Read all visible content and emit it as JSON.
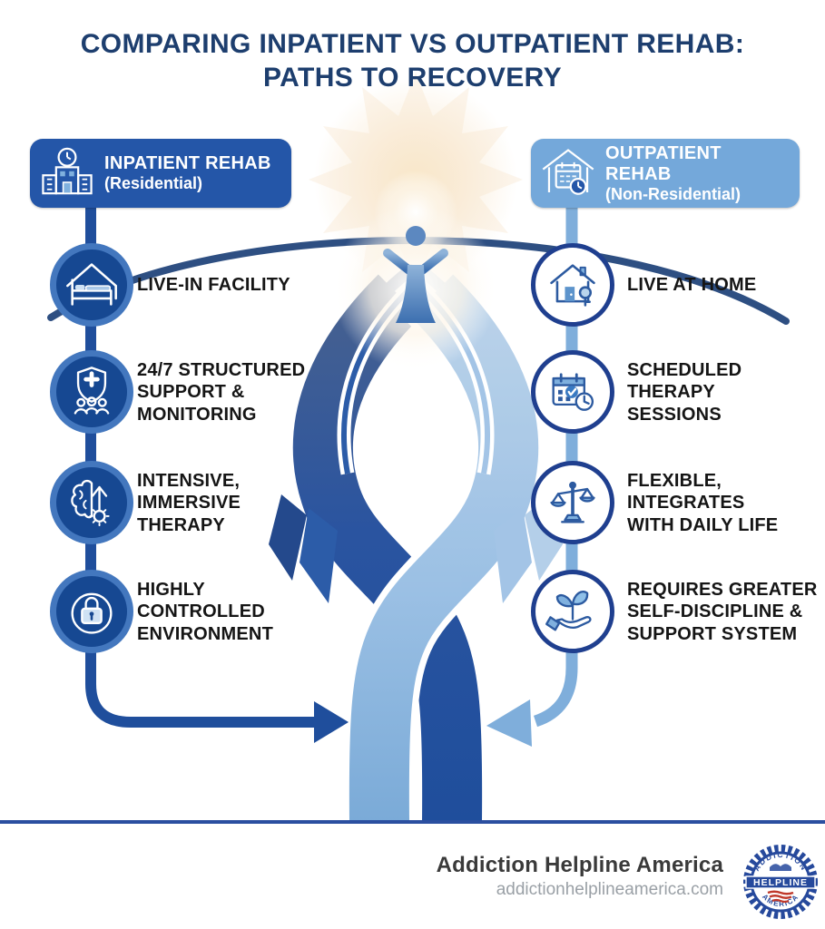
{
  "title": {
    "line1": "COMPARING INPATIENT VS OUTPATIENT REHAB:",
    "line2": "PATHS TO RECOVERY"
  },
  "left_column": {
    "header": {
      "title": "INPATIENT REHAB",
      "subtitle": "(Residential)",
      "icon": "hospital-building-clock-icon"
    },
    "items": [
      {
        "label": "LIVE-IN FACILITY",
        "icon": "bed-in-house-icon"
      },
      {
        "label": "24/7 STRUCTURED SUPPORT & MONITORING",
        "icon": "shield-cross-people-icon"
      },
      {
        "label": "INTENSIVE, IMMERSIVE THERAPY",
        "icon": "brain-gear-growth-icon"
      },
      {
        "label": "HIGHLY CONTROLLED ENVIRONMENT",
        "icon": "padlock-icon"
      }
    ]
  },
  "right_column": {
    "header": {
      "title": "OUTPATIENT REHAB",
      "subtitle": "(Non-Residential)",
      "icon": "house-calendar-clock-icon"
    },
    "items": [
      {
        "label": "LIVE AT HOME",
        "icon": "house-key-icon"
      },
      {
        "label": "SCHEDULED THERAPY SESSIONS",
        "icon": "calendar-check-clock-icon"
      },
      {
        "label": "FLEXIBLE, INTEGRATES WITH DAILY LIFE",
        "icon": "balance-scale-icon"
      },
      {
        "label": "REQUIRES GREATER SELF-DISCIPLINE & SUPPORT SYSTEM",
        "icon": "hand-seedling-icon"
      }
    ]
  },
  "footer": {
    "brand": "Addiction Helpline America",
    "website": "addictionhelplineamerica.com",
    "logo": {
      "top": "ADDICTION",
      "middle": "HELPLINE",
      "bottom": "AMERICA"
    }
  },
  "colors": {
    "title_navy": "#1d3e6e",
    "inpatient_blue": "#2456a8",
    "outpatient_blue": "#74a8da",
    "dark_path": "#1f4e9c",
    "light_path": "#7faedb",
    "circle_fill_dark": "#164892",
    "circle_ring_light": "#4377be",
    "circle_ring_navy": "#1f3f8f",
    "divider_blue": "#2b4fa0",
    "sun_glow": "#f7e2c2",
    "text_black": "#151515"
  }
}
